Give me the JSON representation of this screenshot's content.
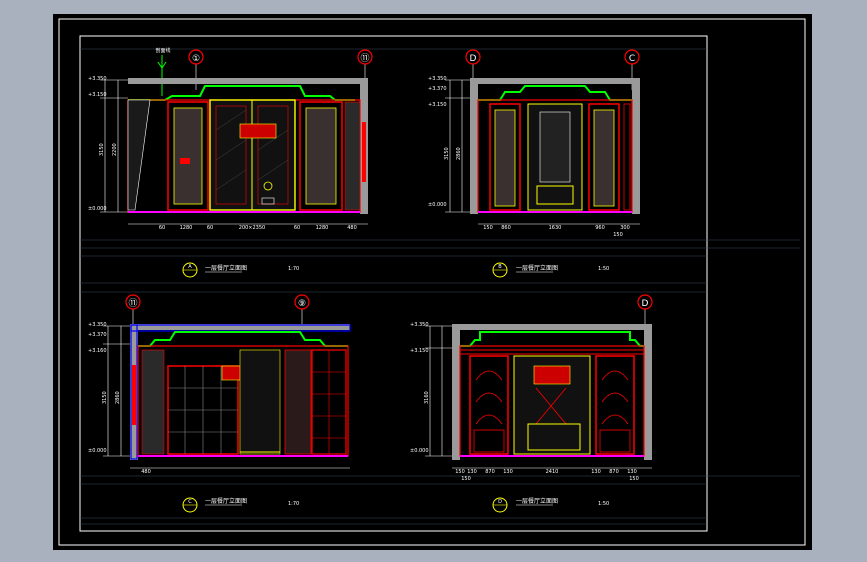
{
  "colors": {
    "viewport_bg": "#a9b1be",
    "sheet_bg": "#000000",
    "wall": "#ff0000",
    "door": "#ffff00",
    "cornice": "#00ff00",
    "dim": "#ffffff",
    "grid": "#5a6478",
    "base": "#ff00ff",
    "ceiling": "#808080"
  },
  "drawings": {
    "a": {
      "axis_left": "①",
      "axis_right": "⑪",
      "level_top": "+3.350",
      "level_ceiling": "+3.150",
      "level_floor": "±0.000",
      "dim_height": "3150",
      "dim_inner": "2200",
      "dims_bottom": [
        "60",
        "1280",
        "60",
        "200×2350",
        "60",
        "1280",
        "480"
      ],
      "title": "一层餐厅立面图",
      "scale": "1:70",
      "marker": "A",
      "label_left": "剖面线"
    },
    "b": {
      "axis_left": "D",
      "axis_right": "C",
      "level_top": "+3.350",
      "level_2": "+3.370",
      "level_ceiling": "+3.150",
      "level_floor": "±0.000",
      "dim_height": "3150",
      "dim_inner": "2860",
      "dims_bottom": [
        "150",
        "860",
        "1630",
        "960",
        "300"
      ],
      "dim_extra": "150",
      "title": "一层餐厅立面图",
      "scale": "1:50",
      "marker": "B"
    },
    "c": {
      "axis_left": "⑪",
      "axis_right": "⑨",
      "level_top": "+3.350",
      "level_2": "+3.370",
      "level_ceiling": "+3.160",
      "level_floor": "±0.000",
      "dim_height": "3150",
      "dim_inner": "2860",
      "dims_bottom": [
        "480"
      ],
      "title": "一层餐厅立面图",
      "scale": "1:70",
      "marker": "C"
    },
    "d": {
      "axis_right": "D",
      "level_top": "+3.350",
      "level_ceiling": "+3.150",
      "level_floor": "±0.000",
      "dim_height": "3160",
      "dims_bottom": [
        "150",
        "130",
        "870",
        "130",
        "2410",
        "130",
        "870",
        "130"
      ],
      "dims_bottom2": [
        "150",
        "150"
      ],
      "title": "一层餐厅立面图",
      "scale": "1:50",
      "marker": "D"
    }
  }
}
